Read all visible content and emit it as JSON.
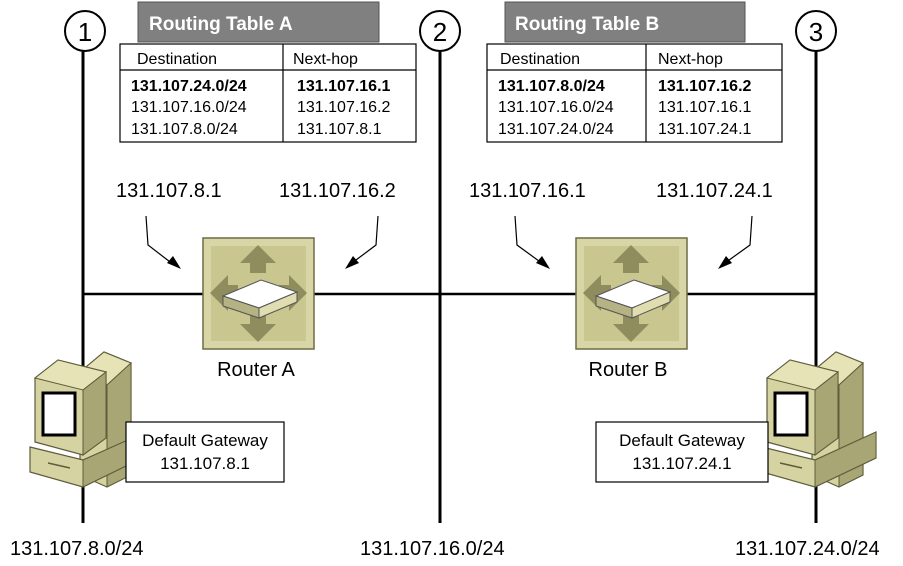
{
  "segments": [
    {
      "number": "1",
      "network": "131.107.8.0/24"
    },
    {
      "number": "2",
      "network": "131.107.16.0/24"
    },
    {
      "number": "3",
      "network": "131.107.24.0/24"
    }
  ],
  "routing_table_a": {
    "title": "Routing Table A",
    "col_destination": "Destination",
    "col_nexthop": "Next-hop",
    "rows": [
      {
        "destination": "131.107.24.0/24",
        "nexthop": "131.107.16.1"
      },
      {
        "destination": "131.107.16.0/24",
        "nexthop": "131.107.16.2"
      },
      {
        "destination": "131.107.8.0/24",
        "nexthop": "131.107.8.1"
      }
    ]
  },
  "routing_table_b": {
    "title": "Routing Table B",
    "col_destination": "Destination",
    "col_nexthop": "Next-hop",
    "rows": [
      {
        "destination": "131.107.8.0/24",
        "nexthop": "131.107.16.2"
      },
      {
        "destination": "131.107.16.0/24",
        "nexthop": "131.107.16.1"
      },
      {
        "destination": "131.107.24.0/24",
        "nexthop": "131.107.24.1"
      }
    ]
  },
  "router_a": {
    "label": "Router A",
    "left_ip": "131.107.8.1",
    "right_ip": "131.107.16.2"
  },
  "router_b": {
    "label": "Router B",
    "left_ip": "131.107.16.1",
    "right_ip": "131.107.24.1"
  },
  "host_left": {
    "gateway_label": "Default Gateway",
    "gateway_ip": "131.107.8.1"
  },
  "host_right": {
    "gateway_label": "Default Gateway",
    "gateway_ip": "131.107.24.1"
  },
  "colors": {
    "title_bar": "#808080",
    "router_fill": "#d8d6a6",
    "router_arrow": "#8f8d5e",
    "pc_body": "#d6d3a2",
    "pc_shadow": "#a8a674"
  }
}
